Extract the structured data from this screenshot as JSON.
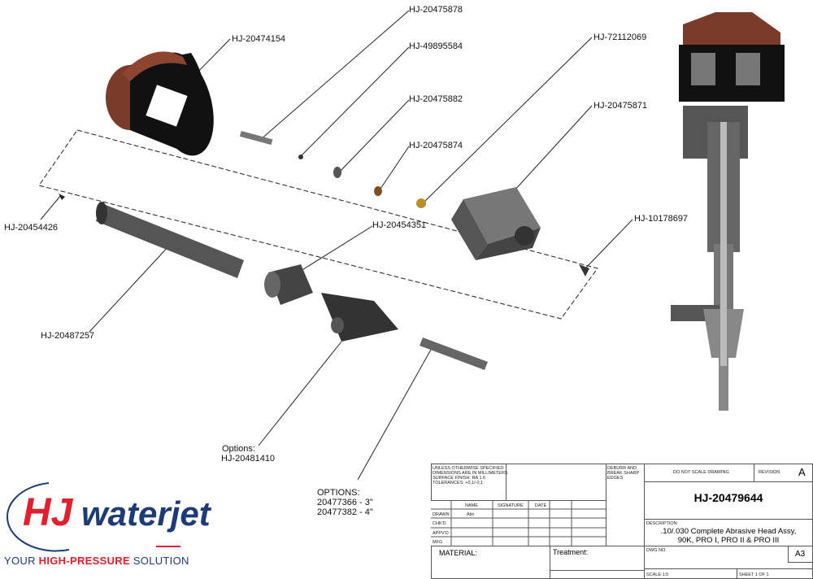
{
  "callouts": {
    "c1": "HJ-20475878",
    "c2": "HJ-20474154",
    "c3": "HJ-49895584",
    "c4": "HJ-72112069",
    "c5": "HJ-20475882",
    "c6": "HJ-20475871",
    "c7": "HJ-20475874",
    "c8": "HJ-20454426",
    "c9": "HJ-20454351",
    "c10": "HJ-10178697",
    "c11": "HJ-20487257",
    "opt1_title": "Options:",
    "opt1_value": "HJ-20481410",
    "opt2_title": "OPTIONS:",
    "opt2_line1": "20477366 - 3\"",
    "opt2_line2": "20477382 - 4\""
  },
  "title_block": {
    "notes": [
      "UNLESS OTHERWISE SPECIFIED:",
      "DIMENSIONS ARE IN MILLIMETERS",
      "SURFACE FINISH: RA 1.6",
      "TOLERANCES: +0,1/-0,1"
    ],
    "deburr": [
      "DEBURR AND",
      "BREAK SHARP",
      "EDGES"
    ],
    "do_not_scale": "DO NOT SCALE DRAWING",
    "revision_label": "REVISION",
    "revision": "A",
    "part_number": "HJ-20479644",
    "desc_label": "DESCRIPTION:",
    "desc_line1": ".10/.030 Complete Abrasive Head Assy,",
    "desc_line2": "90K, PRO I, PRO II & PRO III",
    "col_name": "NAME",
    "col_signature": "SIGNATURE",
    "col_date": "DATE",
    "row_drawn": "DRAWN",
    "drawn_name": "Atin",
    "row_chkd": "CHK'D",
    "row_appvd": "APPV'D",
    "row_mfg": "MFG",
    "material": "MATERIAL:",
    "treatment": "Treatment:",
    "dwg_no": "DWG NO.",
    "size": "A3",
    "scale": "SCALE:1:5",
    "sheet": "SHEET 1 OF 1"
  },
  "logo": {
    "brand": "waterjet",
    "tagline_a": "YOUR ",
    "tagline_b": "HIGH-PRESSURE",
    "tagline_c": " SOLUTION",
    "colors": {
      "red": "#e31e2d",
      "navy": "#1e3a78"
    }
  }
}
